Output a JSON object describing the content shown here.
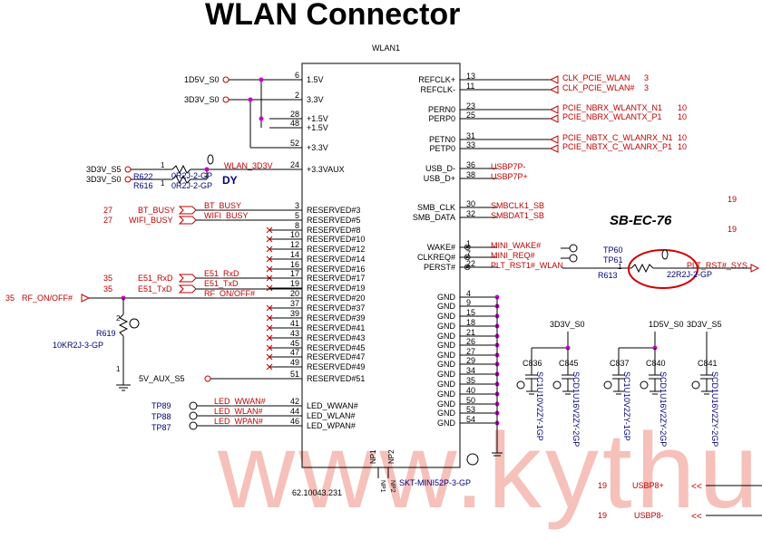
{
  "title": "WLAN Connector",
  "part_ref": "WLAN1",
  "part_number": "62.10043.231",
  "footprint": "SKT-MINI52P-3-GP",
  "np_pins": [
    "NP1",
    "NP2"
  ],
  "annotation": "SB-EC-76",
  "dy_label": "DY",
  "watermark": "www.kythu",
  "colors": {
    "line": "#000000",
    "net": "#c00000",
    "ref": "#00007a",
    "node": "#c800c8",
    "watermark": "#f3b8b0"
  },
  "left_pins": [
    {
      "num": "6",
      "name": "1.5V"
    },
    {
      "num": "2",
      "name": "3.3V"
    },
    {
      "num": "28",
      "name": "+1.5V"
    },
    {
      "num": "48",
      "name": "+1.5V"
    },
    {
      "num": "52",
      "name": "+3.3V"
    },
    {
      "num": "24",
      "name": "+3.3VAUX"
    },
    {
      "num": "3",
      "name": "RESERVED#3"
    },
    {
      "num": "5",
      "name": "RESERVED#5"
    },
    {
      "num": "8",
      "name": "RESERVED#8"
    },
    {
      "num": "10",
      "name": "RESERVED#10"
    },
    {
      "num": "12",
      "name": "RESERVED#12"
    },
    {
      "num": "14",
      "name": "RESERVED#14"
    },
    {
      "num": "16",
      "name": "RESERVED#16"
    },
    {
      "num": "17",
      "name": "RESERVED#17"
    },
    {
      "num": "19",
      "name": "RESERVED#19"
    },
    {
      "num": "20",
      "name": "RESERVED#20"
    },
    {
      "num": "37",
      "name": "RESERVED#37"
    },
    {
      "num": "39",
      "name": "RESERVED#39"
    },
    {
      "num": "41",
      "name": "RESERVED#41"
    },
    {
      "num": "43",
      "name": "RESERVED#43"
    },
    {
      "num": "45",
      "name": "RESERVED#45"
    },
    {
      "num": "47",
      "name": "RESERVED#47"
    },
    {
      "num": "49",
      "name": "RESERVED#49"
    },
    {
      "num": "51",
      "name": "RESERVED#51"
    },
    {
      "num": "42",
      "name": "LED_WWAN#"
    },
    {
      "num": "44",
      "name": "LED_WLAN#"
    },
    {
      "num": "46",
      "name": "LED_WPAN#"
    }
  ],
  "right_pins": [
    {
      "num": "13",
      "name": "REFCLK+"
    },
    {
      "num": "11",
      "name": "REFCLK-"
    },
    {
      "num": "23",
      "name": "PERN0"
    },
    {
      "num": "25",
      "name": "PERP0"
    },
    {
      "num": "31",
      "name": "PETN0"
    },
    {
      "num": "33",
      "name": "PETP0"
    },
    {
      "num": "36",
      "name": "USB_D-"
    },
    {
      "num": "38",
      "name": "USB_D+"
    },
    {
      "num": "30",
      "name": "SMB_CLK"
    },
    {
      "num": "32",
      "name": "SMB_DATA"
    },
    {
      "num": "1",
      "name": "WAKE#"
    },
    {
      "num": "7",
      "name": "CLKREQ#"
    },
    {
      "num": "22",
      "name": "PERST#"
    },
    {
      "num": "4",
      "name": "GND"
    },
    {
      "num": "9",
      "name": "GND"
    },
    {
      "num": "15",
      "name": "GND"
    },
    {
      "num": "18",
      "name": "GND"
    },
    {
      "num": "21",
      "name": "GND"
    },
    {
      "num": "26",
      "name": "GND"
    },
    {
      "num": "27",
      "name": "GND"
    },
    {
      "num": "29",
      "name": "GND"
    },
    {
      "num": "34",
      "name": "GND"
    },
    {
      "num": "35",
      "name": "GND"
    },
    {
      "num": "40",
      "name": "GND"
    },
    {
      "num": "50",
      "name": "GND"
    },
    {
      "num": "53",
      "name": "GND"
    },
    {
      "num": "54",
      "name": "GND"
    }
  ],
  "right_nets": [
    {
      "name": "CLK_PCIE_WLAN",
      "page": "3"
    },
    {
      "name": "CLK_PCIE_WLAN#",
      "page": "3"
    },
    {
      "name": "PCIE_NBRX_WLANTX_N1",
      "page": "10"
    },
    {
      "name": "PCIE_NBRX_WLANTX_P1",
      "page": "10"
    },
    {
      "name": "PCIE_NBTX_C_WLANRX_N1",
      "page": "10"
    },
    {
      "name": "PCIE_NBTX_C_WLANRX_P1",
      "page": "10"
    },
    {
      "name": "USBP7P-",
      "page": ""
    },
    {
      "name": "USBP7P+",
      "page": ""
    },
    {
      "name": "SMBCLK1_SB",
      "page": ""
    },
    {
      "name": "SMBDAT1_SB",
      "page": ""
    },
    {
      "name": "MINI_WAKE#",
      "page": ""
    },
    {
      "name": "MINI_REQ#",
      "page": ""
    },
    {
      "name": "PLT_RST1#_WLAN",
      "page": ""
    }
  ],
  "left_nets": {
    "d1v5": "1D5V_S0",
    "d3v3": "3D3V_S0",
    "wlan_3d3v": "WLAN_3D3V",
    "s5": "3D3V_S5",
    "s0": "3D3V_S0",
    "bt_busy": "BT_BUSY",
    "wifi_busy": "WIFI_BUSY",
    "e51_rxd": "E51_RxD",
    "e51_txd": "E51_TxD",
    "rf_onoff": "RF_ON/OFF#",
    "v5_aux": "5V_AUX_S5",
    "led_wwan": "LED_WWAN#",
    "led_wlan": "LED_WLAN#",
    "led_wpan": "LED_WPAN#",
    "page_27": "27",
    "page_35": "35"
  },
  "resistors": {
    "r622": "R622",
    "r622_val": "0R2J-2-GP",
    "r616": "R616",
    "r616_val": "0R2J-2-GP",
    "r619": "R619",
    "r619_val": "10KR2J-3-GP",
    "r613": "R613",
    "r613_val": "22R2J-2-GP",
    "pin1": "1",
    "pin2": "2"
  },
  "testpoints": {
    "tp60": "TP60",
    "tp61": "TP61",
    "tp89": "TP89",
    "tp88": "TP88",
    "tp87": "TP87"
  },
  "reset_net": "PLT_RST#_SYS",
  "pages": {
    "p19": "19"
  },
  "caps": [
    {
      "ref": "C836",
      "val": "SC1U10V2ZY-1GP"
    },
    {
      "ref": "C845",
      "val": "SCD1U16V2ZY-2GP"
    },
    {
      "ref": "C837",
      "val": "SC1U10V2ZY-1GP"
    },
    {
      "ref": "C840",
      "val": "SCD1U16V2ZY-2GP"
    },
    {
      "ref": "C841",
      "val": "SCD1U16V2ZY-2GP"
    }
  ],
  "cap_rails": {
    "a": "3D3V_S0",
    "b": "1D5V_S0",
    "c": "3D3V_S5"
  },
  "usb_nets": [
    {
      "name": "USBP8+",
      "page": "19"
    },
    {
      "name": "USBP8-",
      "page": "19"
    }
  ]
}
